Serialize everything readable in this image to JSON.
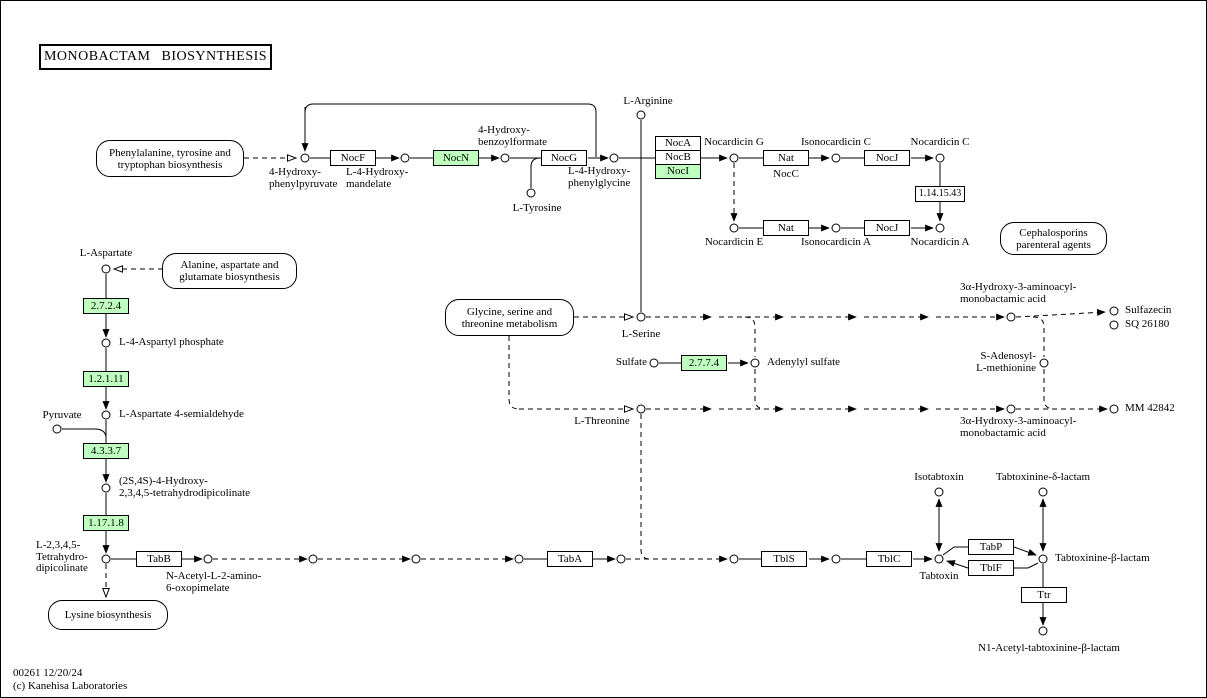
{
  "title": "MONOBACTAM BIOSYNTHESIS",
  "footer": {
    "map_id": "00261 12/20/24",
    "copyright": "(c) Kanehisa Laboratories"
  },
  "colors": {
    "enzyme_highlight": "#bfffbf",
    "enzyme_default": "#ffffff",
    "line": "#000000",
    "background": "#ffffff"
  },
  "enzymes": {
    "nocf": "NocF",
    "nocn": "NocN",
    "nocg": "NocG",
    "noca": "NocA",
    "nocb": "NocB",
    "noci": "NocI",
    "nat_top": "Nat",
    "nocj_top": "NocJ",
    "nocc": "NocC",
    "ec_1_14_15_43": "1.14.15.43",
    "nat_bottom": "Nat",
    "nocj_bottom": "NocJ",
    "ec_2_7_2_4": "2.7.2.4",
    "ec_1_2_1_11": "1.2.1.11",
    "ec_4_3_3_7": "4.3.3.7",
    "ec_1_17_1_8": "1.17.1.8",
    "ec_2_7_7_4": "2.7.7.4",
    "tabb": "TabB",
    "taba": "TabA",
    "tbls": "TblS",
    "tblc": "TblC",
    "tabp": "TabP",
    "tblf": "TblF",
    "ttr": "Ttr"
  },
  "pathway_links": {
    "phenylalanine": [
      "Phenylalanine, tyrosine and",
      "tryptophan biosynthesis"
    ],
    "alanine": [
      "Alanine, aspartate and",
      "glutamate biosynthesis"
    ],
    "glycine": [
      "Glycine, serine and",
      "threonine metabolism"
    ],
    "lysine": [
      "Lysine biosynthesis"
    ],
    "cephalosporins": [
      "Cephalosporins",
      "parenteral agents"
    ]
  },
  "labels": {
    "l_arginine": [
      "L-Arginine"
    ],
    "hydroxybenzoylformate": [
      "4-Hydroxy-",
      "benzoylformate"
    ],
    "hydroxyphenylpyruvate": [
      "4-Hydroxy-",
      "phenylpyruvate"
    ],
    "l4_hydroxymandelate": [
      "L-4-Hydroxy-",
      "mandelate"
    ],
    "l_tyrosine": [
      "L-Tyrosine"
    ],
    "l4_hydroxyphenylglycine": [
      "L-4-Hydroxy-",
      "phenylglycine"
    ],
    "nocardicin_g": [
      "Nocardicin G"
    ],
    "isonocardicin_c": [
      "Isonocardicin C"
    ],
    "nocardicin_c": [
      "Nocardicin C"
    ],
    "nocardicin_e": [
      "Nocardicin E"
    ],
    "isonocardicin_a": [
      "Isonocardicin A"
    ],
    "nocardicin_a": [
      "Nocardicin A"
    ],
    "l_aspartate": [
      "L-Aspartate"
    ],
    "l4_aspartyl_phosphate": [
      "L-4-Aspartyl phosphate"
    ],
    "pyruvate": [
      "Pyruvate"
    ],
    "l_aspartate_4_semialdehyde": [
      "L-Aspartate 4-semialdehyde"
    ],
    "tetrahydrodipicolinate_24": [
      "(2S,4S)-4-Hydroxy-",
      "2,3,4,5-tetrahydrodipicolinate"
    ],
    "l_tetrahydrodipicolinate": [
      "L-2,3,4,5-",
      "Tetrahydro-",
      "dipicolinate"
    ],
    "n_acetyl_oxopimelate": [
      "N-Acetyl-L-2-amino-",
      "6-oxopimelate"
    ],
    "l_serine": [
      "L-Serine"
    ],
    "sulfate": [
      "Sulfate"
    ],
    "adenylyl_sulfate": [
      "Adenylyl sulfate"
    ],
    "l_threonine": [
      "L-Threonine"
    ],
    "hydroxy_monobactamic_top": [
      "3α-Hydroxy-3-aminoacyl-",
      "monobactamic acid"
    ],
    "sulfazecin": [
      "Sulfazecin"
    ],
    "sq_26180": [
      "SQ 26180"
    ],
    "s_adenosyl_l_methionine": [
      "S-Adenosyl-",
      "L-methionine"
    ],
    "mm_42842": [
      "MM 42842"
    ],
    "hydroxy_monobactamic_bottom": [
      "3α-Hydroxy-3-aminoacyl-",
      "monobactamic acid"
    ],
    "isotabtoxin": [
      "Isotabtoxin"
    ],
    "tabtoxinine_delta_lactam": [
      "Tabtoxinine-δ-lactam"
    ],
    "tabtoxin": [
      "Tabtoxin"
    ],
    "tabtoxinine_beta_lactam": [
      "Tabtoxinine-β-lactam"
    ],
    "n1_acetyl_tabtoxinine_beta_lactam": [
      "N1-Acetyl-tabtoxinine-β-lactam"
    ]
  }
}
